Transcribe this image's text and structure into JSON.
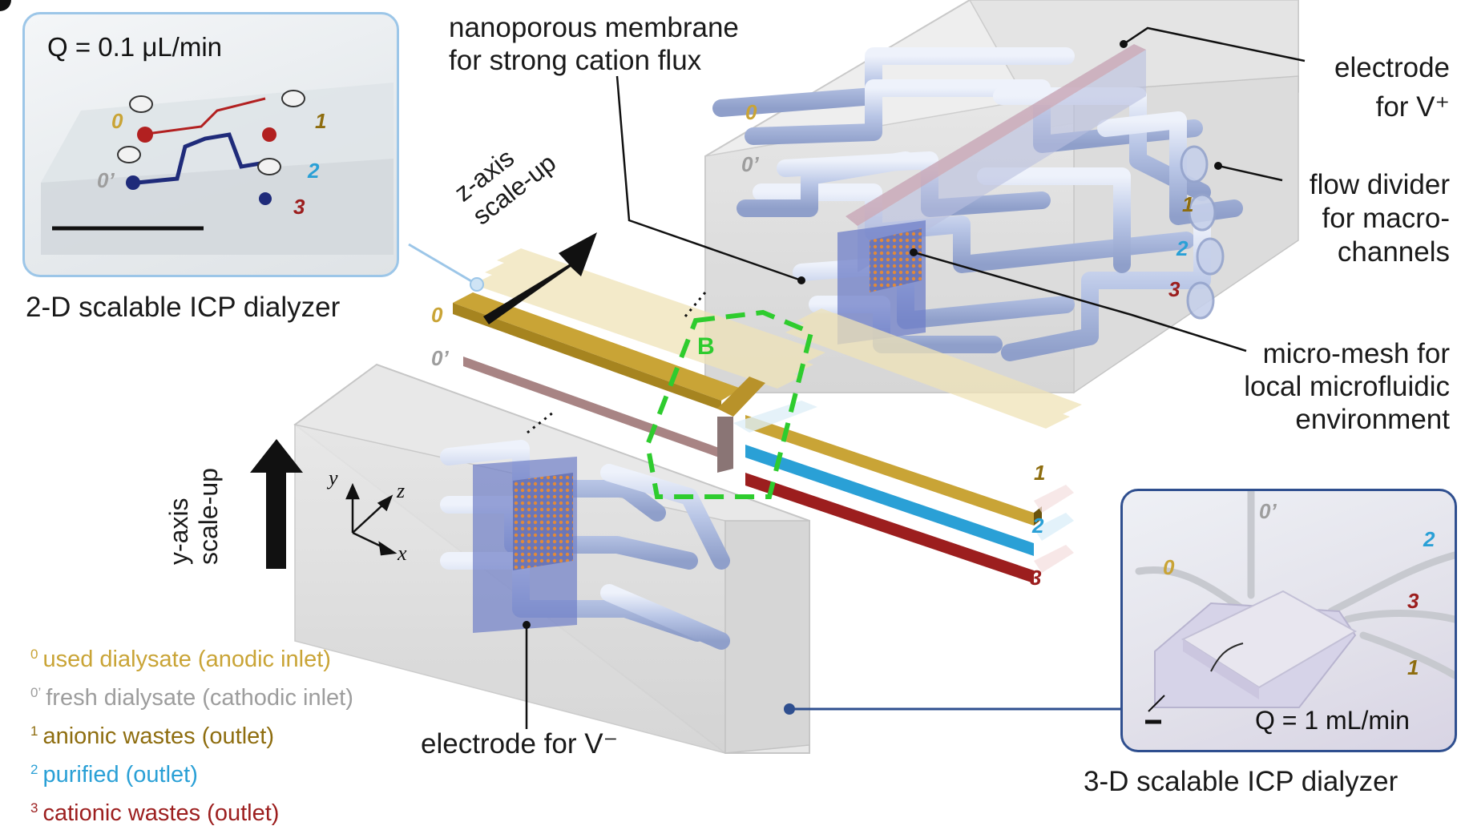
{
  "panel_2d": {
    "flow_rate": "Q = 0.1 μL/min",
    "caption": "2-D scalable ICP dialyzer",
    "port_labels": [
      "0",
      "1",
      "0’",
      "2",
      "3"
    ]
  },
  "panel_3d": {
    "flow_rate": "Q = 1 mL/min",
    "caption": "3-D scalable ICP dialyzer",
    "port_labels": [
      "0’",
      "2",
      "0",
      "3",
      "1"
    ]
  },
  "annotations": {
    "membrane": [
      "nanoporous membrane",
      "for strong cation flux"
    ],
    "electrode_plus": [
      "electrode",
      "for V⁺"
    ],
    "flow_divider": [
      "flow divider",
      "for macro-",
      "channels"
    ],
    "micro_mesh": [
      "micro-mesh for",
      "local microfluidic",
      "environment"
    ],
    "electrode_minus": "electrode for V⁻",
    "z_axis": [
      "z-axis",
      "scale-up"
    ],
    "y_axis": [
      "y-axis",
      "scale-up"
    ],
    "detail_box": "B",
    "axes": [
      "y",
      "z",
      "x"
    ]
  },
  "channel_numbers": {
    "top_block": [
      "0",
      "0’",
      "1",
      "2",
      "3"
    ],
    "stack": [
      "0",
      "0’",
      "1",
      "2",
      "3"
    ]
  },
  "legend": [
    {
      "id": "0",
      "text": "used dialysate (anodic inlet)"
    },
    {
      "id": "0’",
      "text": "fresh dialysate (cathodic inlet)"
    },
    {
      "id": "1",
      "text": "anionic wastes (outlet)"
    },
    {
      "id": "2",
      "text": "purified (outlet)"
    },
    {
      "id": "3",
      "text": "cationic wastes (outlet)"
    }
  ],
  "colors": {
    "ch0": "#c9a436",
    "ch0_fresh": "#9d9d9d",
    "ch1": "#8e6d0f",
    "ch2": "#2aa0d6",
    "ch3": "#9c1e1e",
    "dashed_box": "#2ecc2e",
    "pipe": "#b9c6e6",
    "panel_2d_border": "#9cc6e8",
    "panel_3d_border": "#2f4f8f"
  }
}
